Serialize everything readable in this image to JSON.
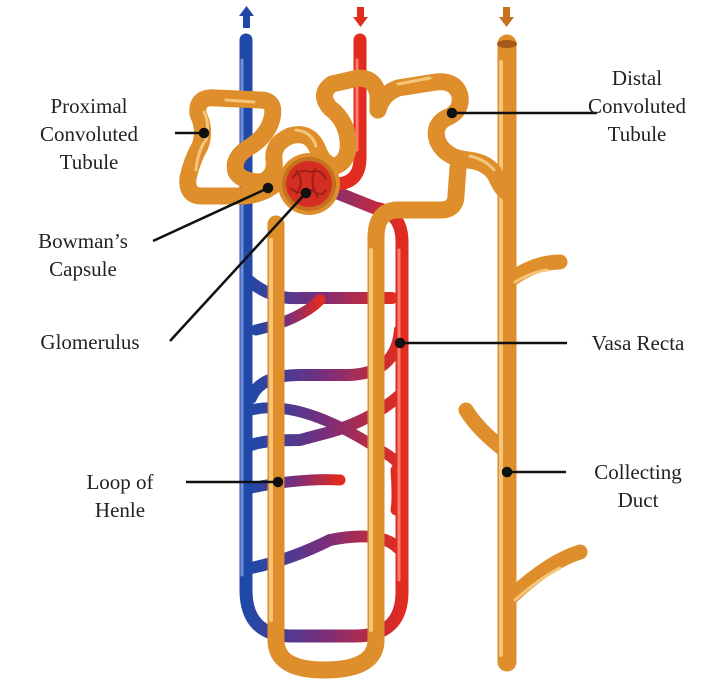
{
  "labels": {
    "proximal": [
      "Proximal",
      "Convoluted",
      "Tubule"
    ],
    "distal": [
      "Distal",
      "Convoluted",
      "Tubule"
    ],
    "bowmans": [
      "Bowman’s",
      "Capsule"
    ],
    "glomerulus": "Glomerulus",
    "vasa_recta": "Vasa Recta",
    "loop": [
      "Loop of",
      "Henle"
    ],
    "collecting": [
      "Collecting",
      "Duct"
    ]
  },
  "colors": {
    "tubule": "#de8e2a",
    "tubule_highlight": "#f5c679",
    "vein": "#1f49a8",
    "artery": "#e12c20",
    "mixed": "#7a2d7c",
    "leader": "#111111"
  },
  "icons": [
    "flow-up-arrow-icon",
    "flow-down-arrow-icon"
  ]
}
